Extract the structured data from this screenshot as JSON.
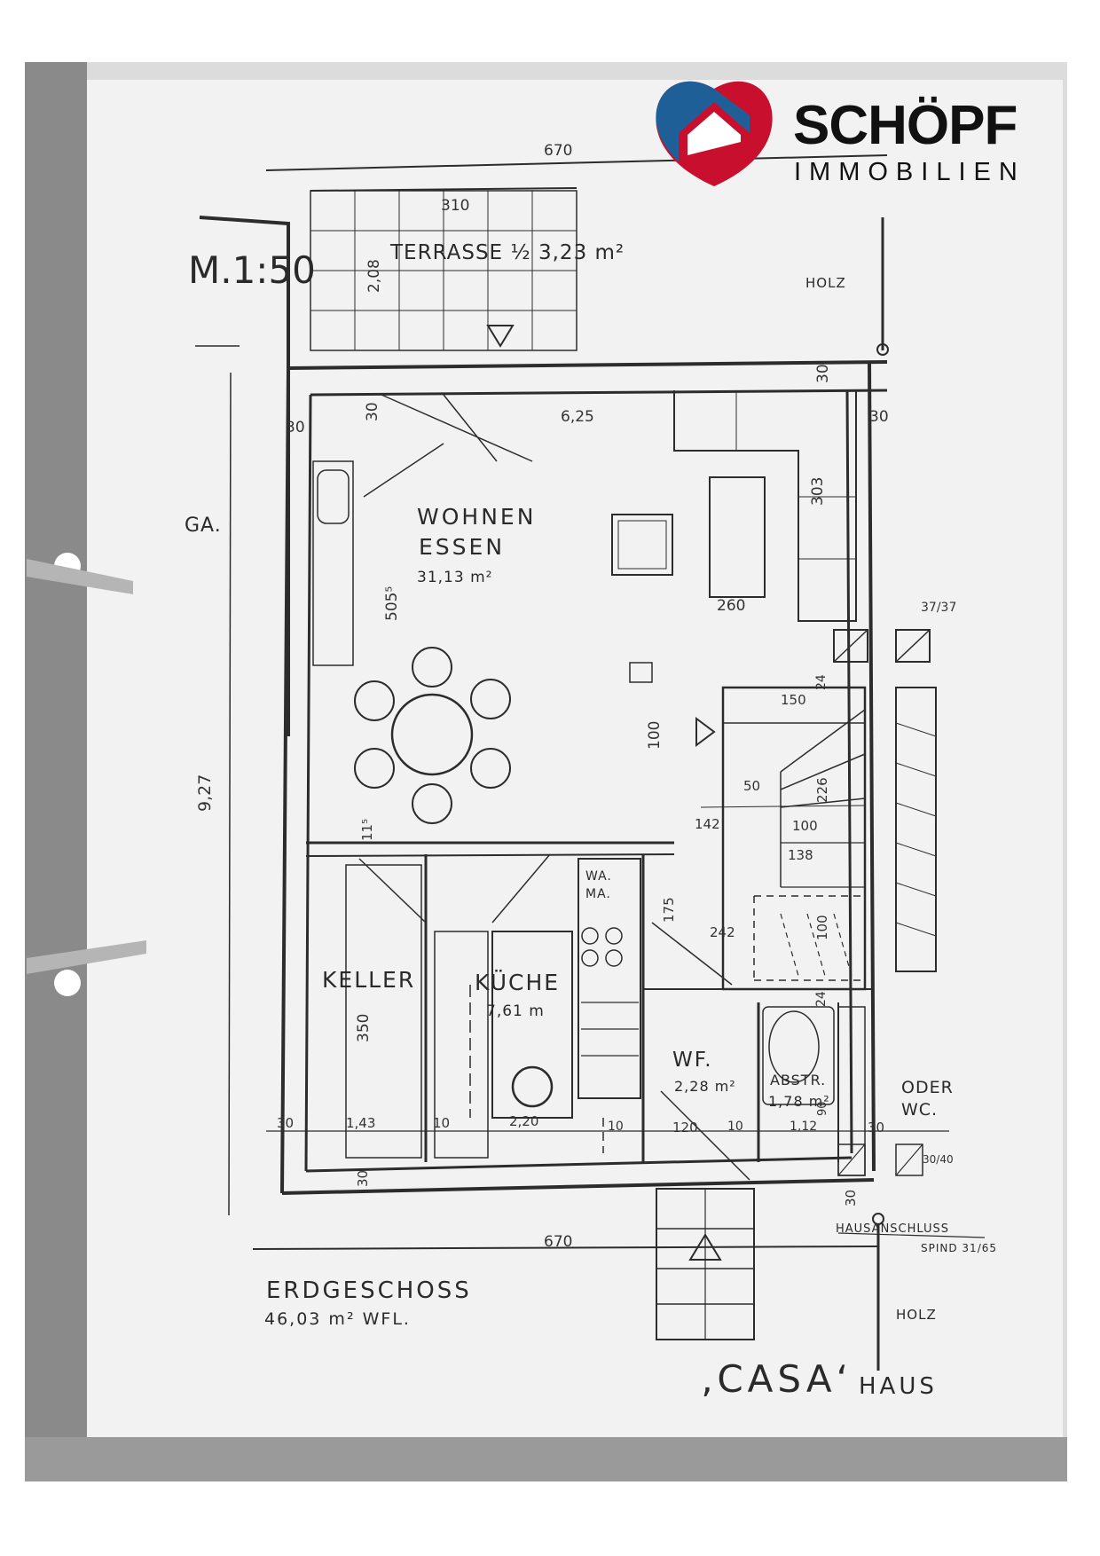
{
  "logo": {
    "name": "SCHÖPF",
    "sub": "IMMOBILIEN",
    "blue": "#1f5f98",
    "red": "#c8102e",
    "dark": "#111111"
  },
  "plan": {
    "scale": "M.1:50",
    "ga": "GA.",
    "floor_name": "ERDGESCHOSS",
    "floor_area": "46,03 m² WFL.",
    "house_name": "‚CASA‘",
    "house_suffix": "HAUS",
    "holz_top": "HOLZ",
    "holz_bottom": "HOLZ",
    "hausanschluss": "HAUSANSCHLUSS",
    "spind": "SPIND 31/65",
    "oder_wc_1": "ODER",
    "oder_wc_2": "WC."
  },
  "rooms": {
    "terrasse": "TERRASSE ½ 3,23 m²",
    "wohnen": "WOHNEN",
    "essen": "ESSEN",
    "wohnen_area": "31,13 m²",
    "keller": "KELLER",
    "kueche": "KÜCHE",
    "kueche_area": "7,61 m",
    "wf": "WF.",
    "wf_area": "2,28 m²",
    "abstr": "ABSTR.",
    "abstr_area": "1,78 m²",
    "wama": "WA.",
    "wama2": "MA."
  },
  "dims": {
    "d670_top": "670",
    "d310": "310",
    "d208": "2,08",
    "d625": "6,25",
    "d30_a": "30",
    "d30_b": "30",
    "d30_c": "30",
    "d30_d": "30",
    "d303": "303",
    "d260": "260",
    "d3737": "37/37",
    "d505": "505⁵",
    "d927": "9,27",
    "d100_a": "100",
    "d150": "150",
    "d50": "50",
    "d226": "226",
    "d142": "142",
    "d100_b": "100",
    "d138": "138",
    "d115": "11⁵",
    "d175": "175",
    "d242": "242",
    "d100_c": "100",
    "d24_a": "24",
    "d24_b": "24",
    "d350": "350",
    "d30_e": "30",
    "d143": "1,43",
    "d10_a": "10",
    "d220": "2,20",
    "d10_b": "10",
    "d120": "120",
    "d10_c": "10",
    "d112": "1,12",
    "d90": "90",
    "d30_f": "30",
    "d3040": "30/40",
    "d30_g": "30",
    "d30_h": "30",
    "d670_bottom": "670"
  }
}
